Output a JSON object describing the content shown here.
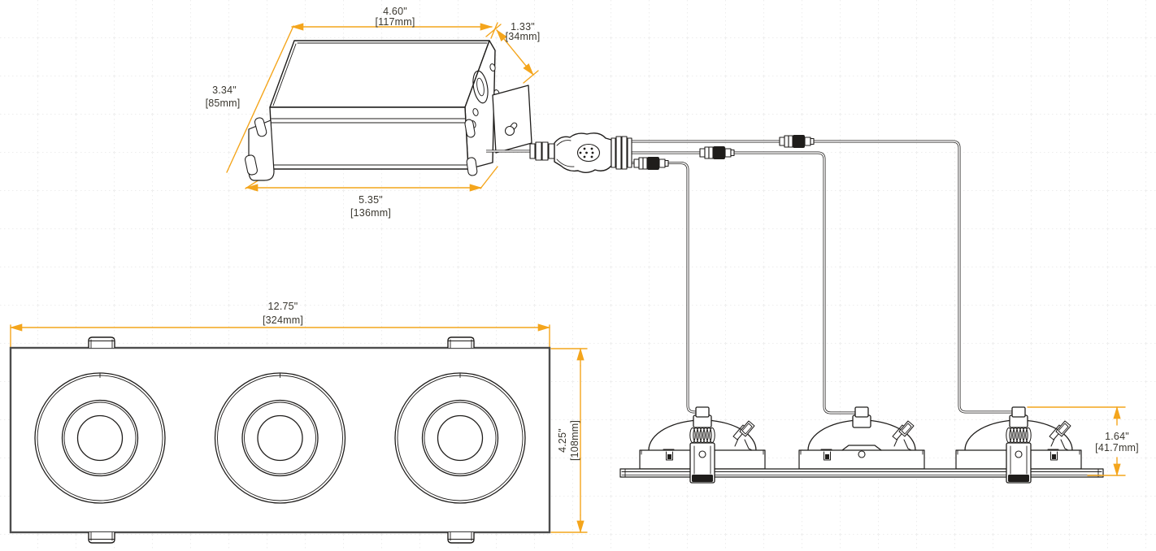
{
  "colors": {
    "dimension": "#F4A51C",
    "line": "#1F1D1B",
    "text": "#3A372F",
    "frame": "#4D4D4D"
  },
  "dimensions": {
    "box_top_width_in": "4.60\"",
    "box_top_width_mm": "[117mm]",
    "box_depth_in": "1.33\"",
    "box_depth_mm": "[34mm]",
    "box_height_in": "3.34\"",
    "box_height_mm": "[85mm]",
    "box_length_in": "5.35\"",
    "box_length_mm": "[136mm]",
    "trim_length_in": "12.75\"",
    "trim_length_mm": "[324mm]",
    "trim_width_in": "4.25\"",
    "trim_width_mm": "[108mm]",
    "housing_height_in": "1.64\"",
    "housing_height_mm": "[41.7mm]"
  }
}
